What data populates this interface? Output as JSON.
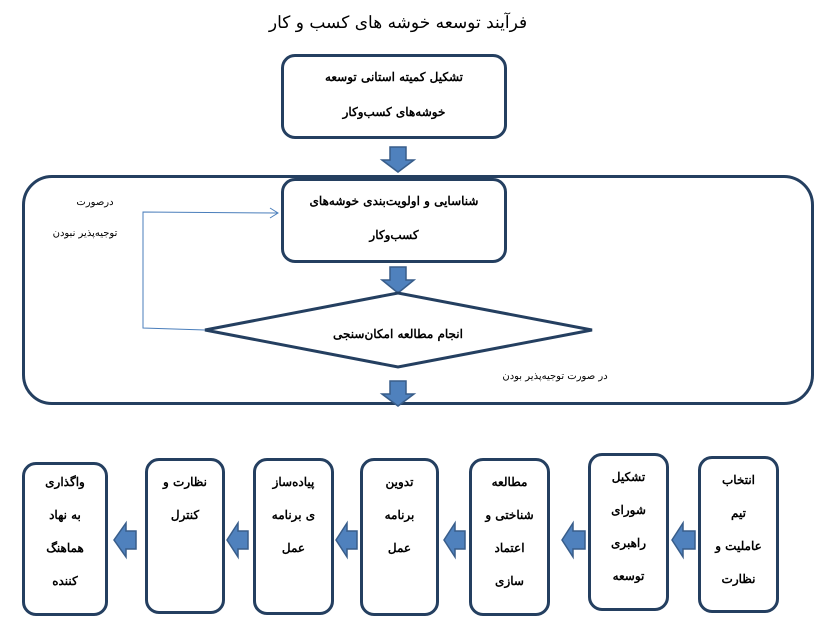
{
  "title": "فرآیند توسعه خوشه های کسب و کار",
  "top_box": [
    "تشکیل کمیته استانی توسعه",
    "خوشه‌های کسب‌وکار"
  ],
  "identify_box": [
    "شناسایی و اولویت‌بندی خوشه‌های",
    "کسب‌وکار"
  ],
  "decision": "انجام مطالعه امکان‌سنجی",
  "not_feasible_label": [
    "درصورت",
    "توجیه‌پذیر نبودن"
  ],
  "feasible_label": "در صورت توجیه‌پذیر بودن",
  "steps": [
    {
      "lines": [
        "انتخاب",
        "تیم",
        "عاملیت و",
        "نظارت"
      ]
    },
    {
      "lines": [
        "تشکیل",
        "شورای",
        "راهبری",
        "توسعه"
      ]
    },
    {
      "lines": [
        "مطالعه",
        "شناختی و",
        "اعتماد",
        "سازی"
      ]
    },
    {
      "lines": [
        "تدوین",
        "برنامه",
        "عمل"
      ]
    },
    {
      "lines": [
        "پیاده‌ساز",
        "ی برنامه",
        "عمل"
      ]
    },
    {
      "lines": [
        "نظارت و",
        "کنترل"
      ]
    },
    {
      "lines": [
        "واگذاری",
        "به نهاد",
        "هماهنگ",
        "کننده"
      ]
    }
  ],
  "colors": {
    "arrow_fill": "#4f81bd",
    "arrow_stroke": "#385d8a",
    "border": "#243f60",
    "feedback_line": "#4a7ebb"
  }
}
